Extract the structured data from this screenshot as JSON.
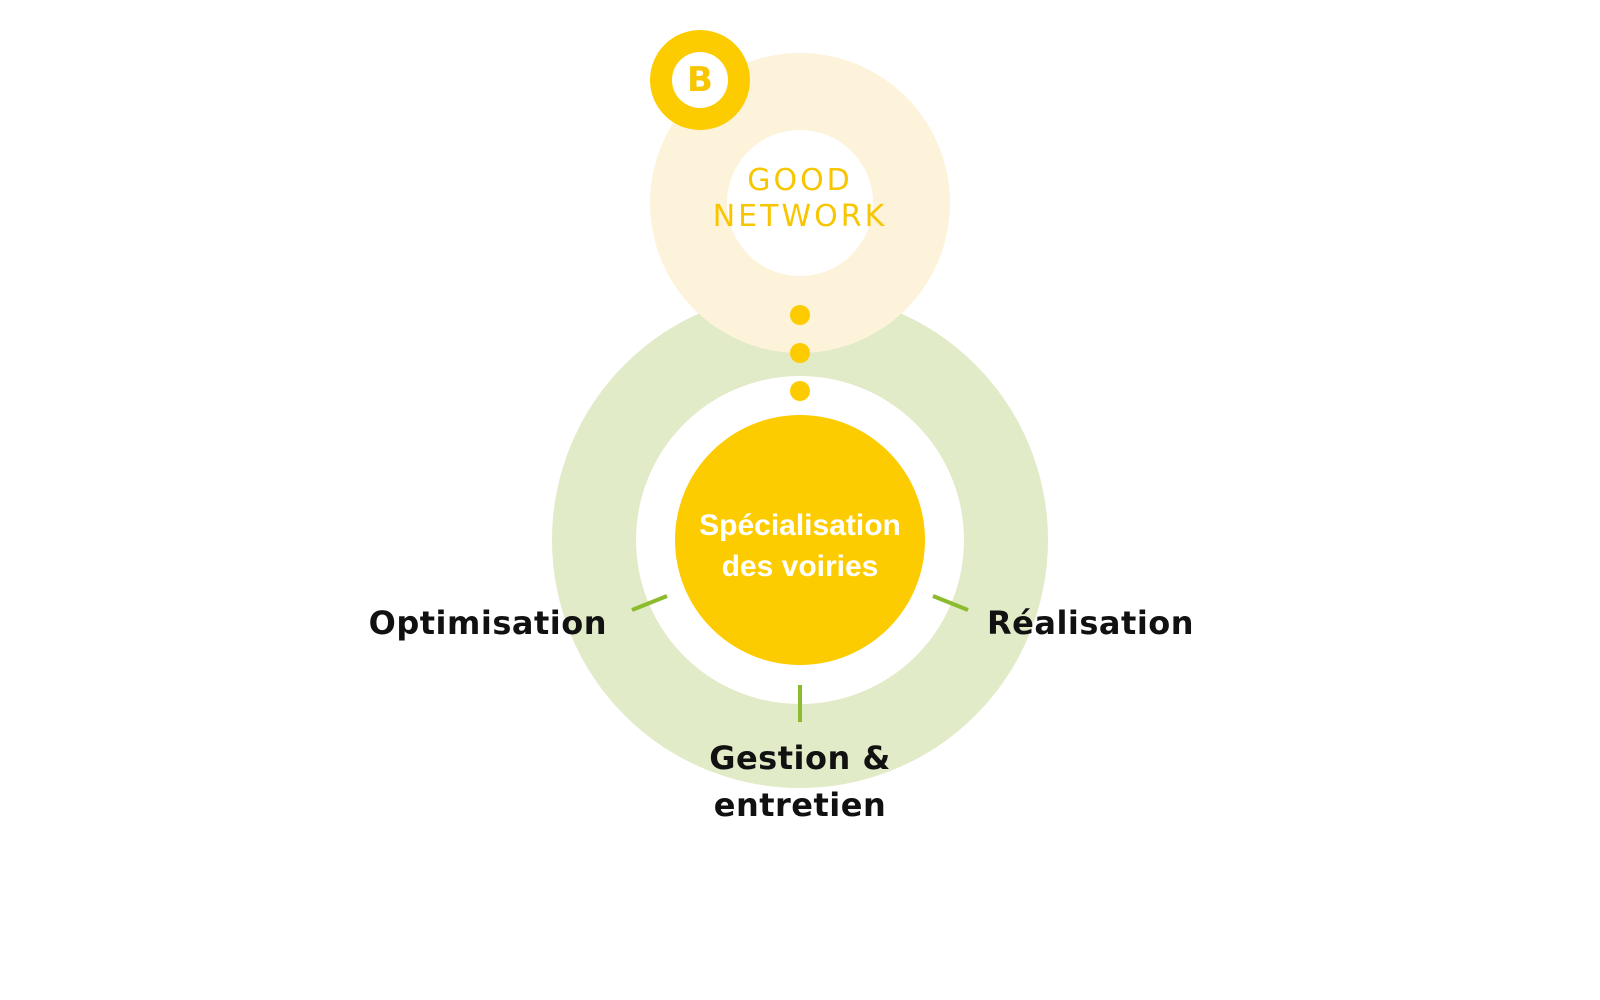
{
  "badge": {
    "letter": "B"
  },
  "top_circle": {
    "line1": "GOOD",
    "line2": "NETWORK"
  },
  "center": {
    "line1": "Spécialisation",
    "line2": "des voiries"
  },
  "labels": {
    "left": "Optimisation",
    "right": "Réalisation",
    "bottom_line1": "Gestion &",
    "bottom_line2": "entretien"
  },
  "colors": {
    "yellow": "#fdcc00",
    "pale_yellow": "#fdf3da",
    "pale_green": "#e2ebc8",
    "green_tick": "#8dbb2e"
  }
}
